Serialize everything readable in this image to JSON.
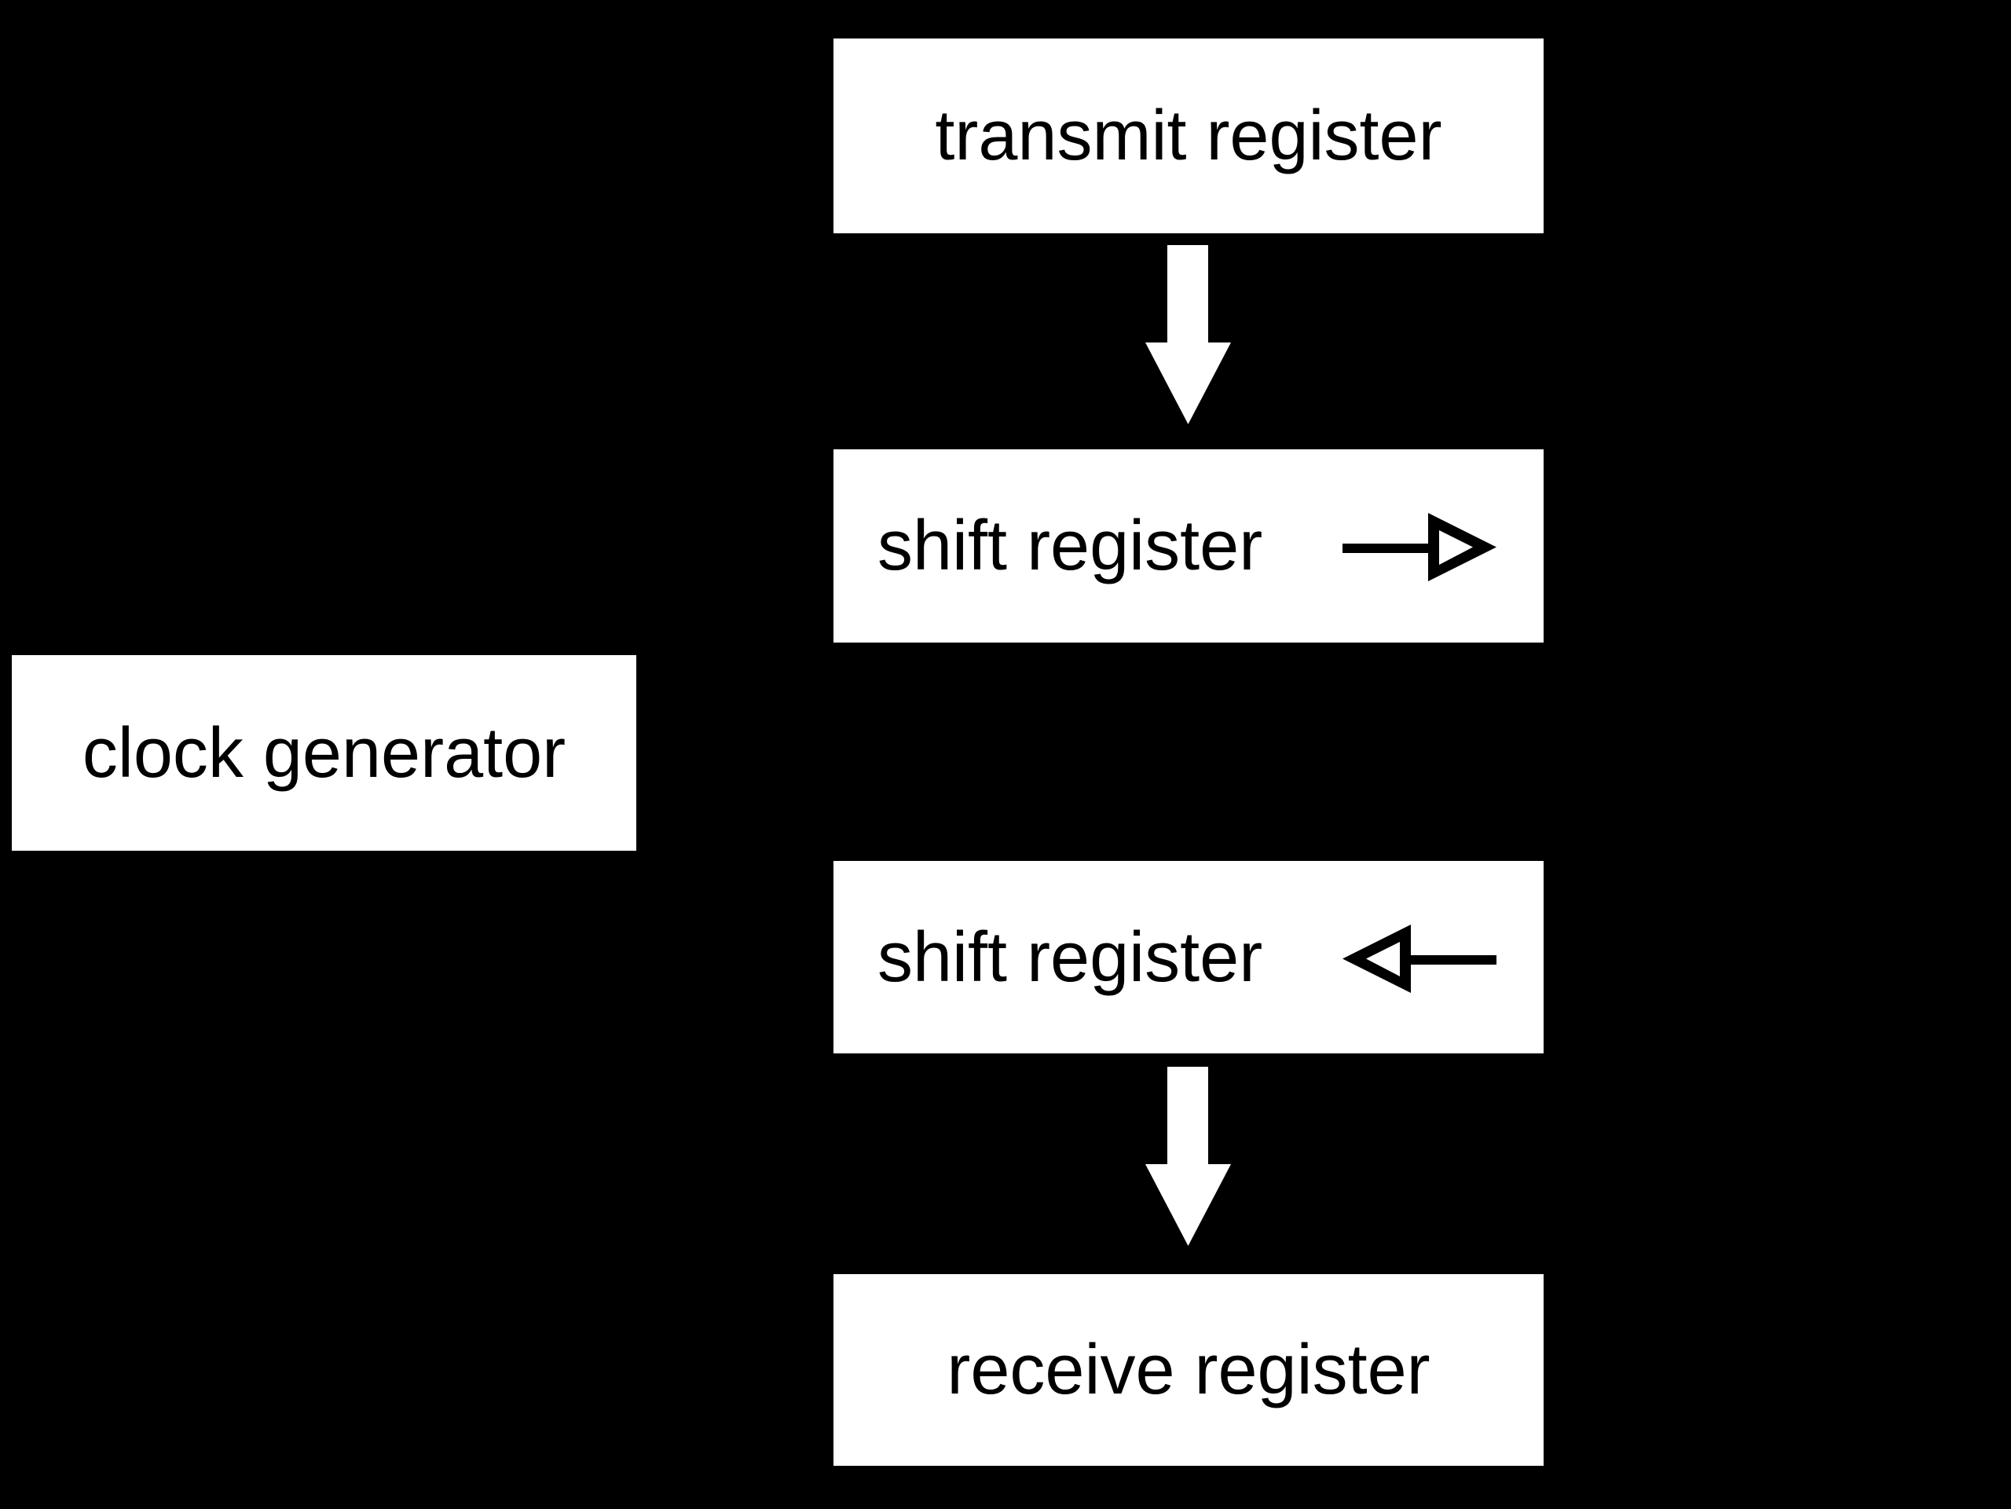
{
  "colors": {
    "background": "#000000",
    "node_fill": "#ffffff",
    "node_text": "#000000",
    "connector_fill": "#ffffff",
    "inline_arrow": "#000000"
  },
  "diagram": {
    "nodes": [
      {
        "id": "transmit-register",
        "label": "transmit register"
      },
      {
        "id": "shift-register-transmit",
        "label": "shift register",
        "icon": "right-arrow-icon"
      },
      {
        "id": "clock-generator",
        "label": "clock generator"
      },
      {
        "id": "shift-register-receive",
        "label": "shift register",
        "icon": "left-arrow-icon"
      },
      {
        "id": "receive-register",
        "label": "receive register"
      }
    ],
    "connectors": [
      {
        "id": "transmit-to-shift",
        "icon": "down-block-arrow-icon"
      },
      {
        "id": "shift-to-receive",
        "icon": "down-block-arrow-icon"
      }
    ]
  }
}
